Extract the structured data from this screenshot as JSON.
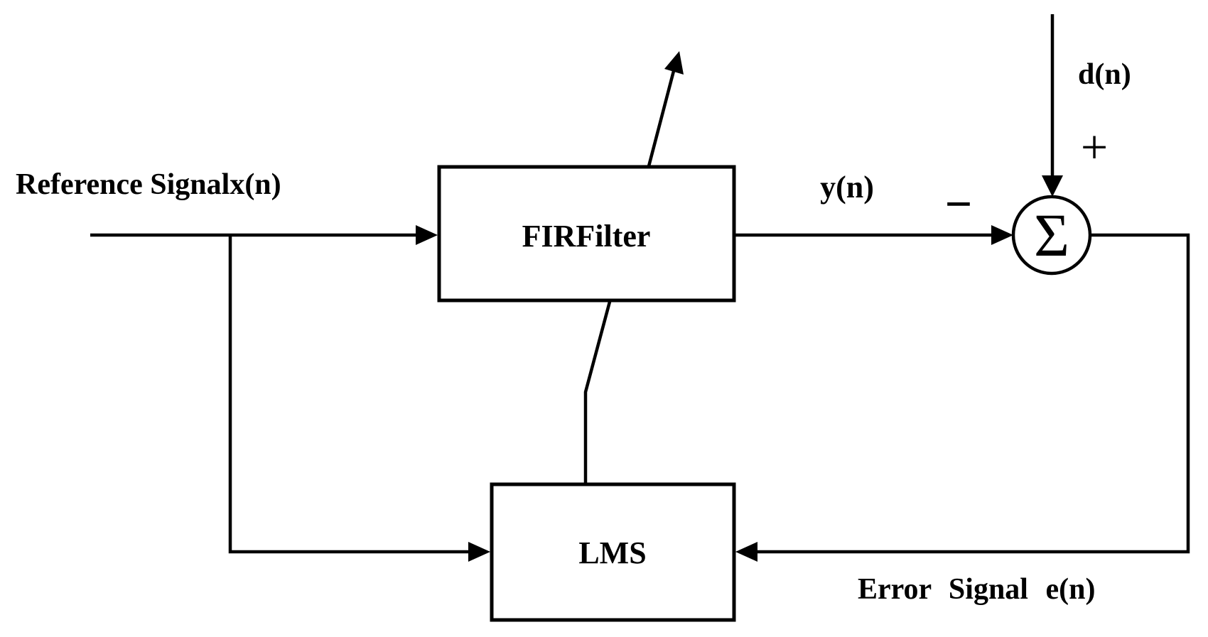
{
  "diagram": {
    "type": "block-diagram",
    "description": "LMS adaptive FIR filter block diagram",
    "colors": {
      "background": "#ffffff",
      "stroke": "#000000",
      "text": "#000000"
    },
    "blocks": [
      {
        "id": "fir-filter",
        "label": "FIRFilter"
      },
      {
        "id": "lms",
        "label": "LMS"
      }
    ],
    "summing_junction": {
      "symbol": "Σ",
      "plus_sign": "+",
      "minus_sign": "−"
    },
    "signals": {
      "reference": "Reference Signalx(n)",
      "filter_output": "y(n)",
      "desired": "d(n)",
      "error": "Error Signal e(n)"
    }
  }
}
